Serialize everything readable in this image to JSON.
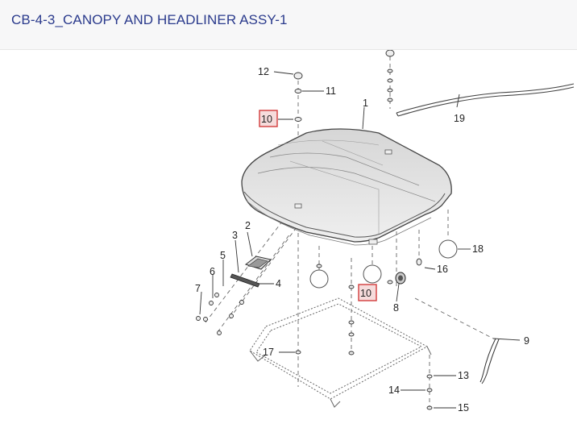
{
  "header": {
    "title": "CB-4-3_CANOPY AND HEADLINER ASSY-1"
  },
  "diagram": {
    "callouts": [
      "1",
      "2",
      "3",
      "4",
      "5",
      "6",
      "7",
      "8",
      "9",
      "10",
      "10",
      "11",
      "12",
      "13",
      "14",
      "15",
      "16",
      "17",
      "18",
      "19"
    ],
    "highlight_color": "#d23c3c"
  }
}
